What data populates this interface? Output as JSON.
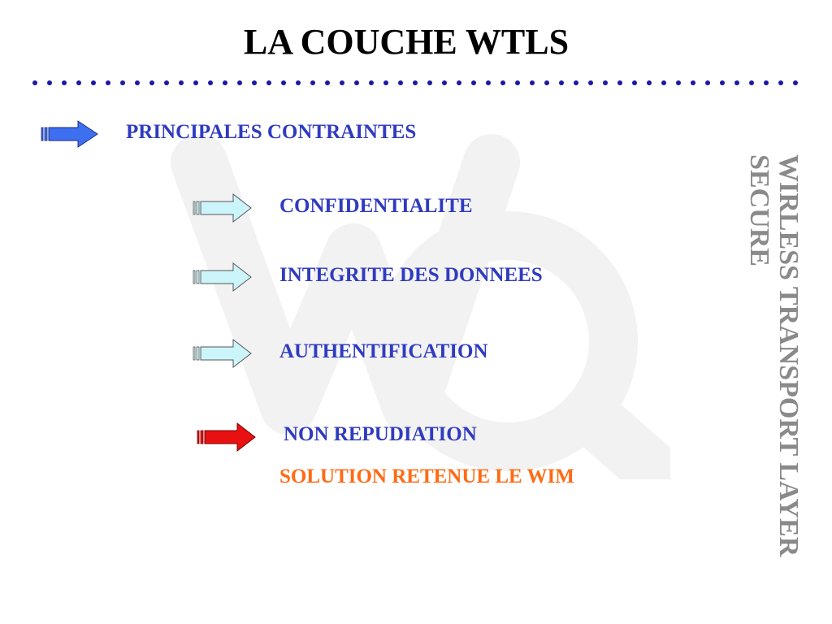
{
  "slide": {
    "title": "LA COUCHE WTLS",
    "side_label": "WIRLESS TRANSPORT LAYER SECURE"
  },
  "heading": {
    "label": "PRINCIPALES CONTRAINTES",
    "arrow": "blue-arrow-icon"
  },
  "items": [
    {
      "label": "CONFIDENTIALITE",
      "arrow": "light-cyan-arrow-icon"
    },
    {
      "label": "INTEGRITE DES DONNEES",
      "arrow": "light-cyan-arrow-icon"
    },
    {
      "label": "AUTHENTIFICATION",
      "arrow": "light-cyan-arrow-icon"
    },
    {
      "label": "NON REPUDIATION",
      "arrow": "red-arrow-icon"
    }
  ],
  "solution": {
    "label": "SOLUTION RETENUE LE WIM"
  },
  "colors": {
    "item_text": "#2f3bbf",
    "solution_text": "#ff6a13",
    "side_text": "#8a8a8a",
    "dots": "#1a1aa0",
    "blue_arrow": "#3d6ff0",
    "cyan_arrow": "#ccf5fb",
    "red_arrow": "#e81010"
  }
}
